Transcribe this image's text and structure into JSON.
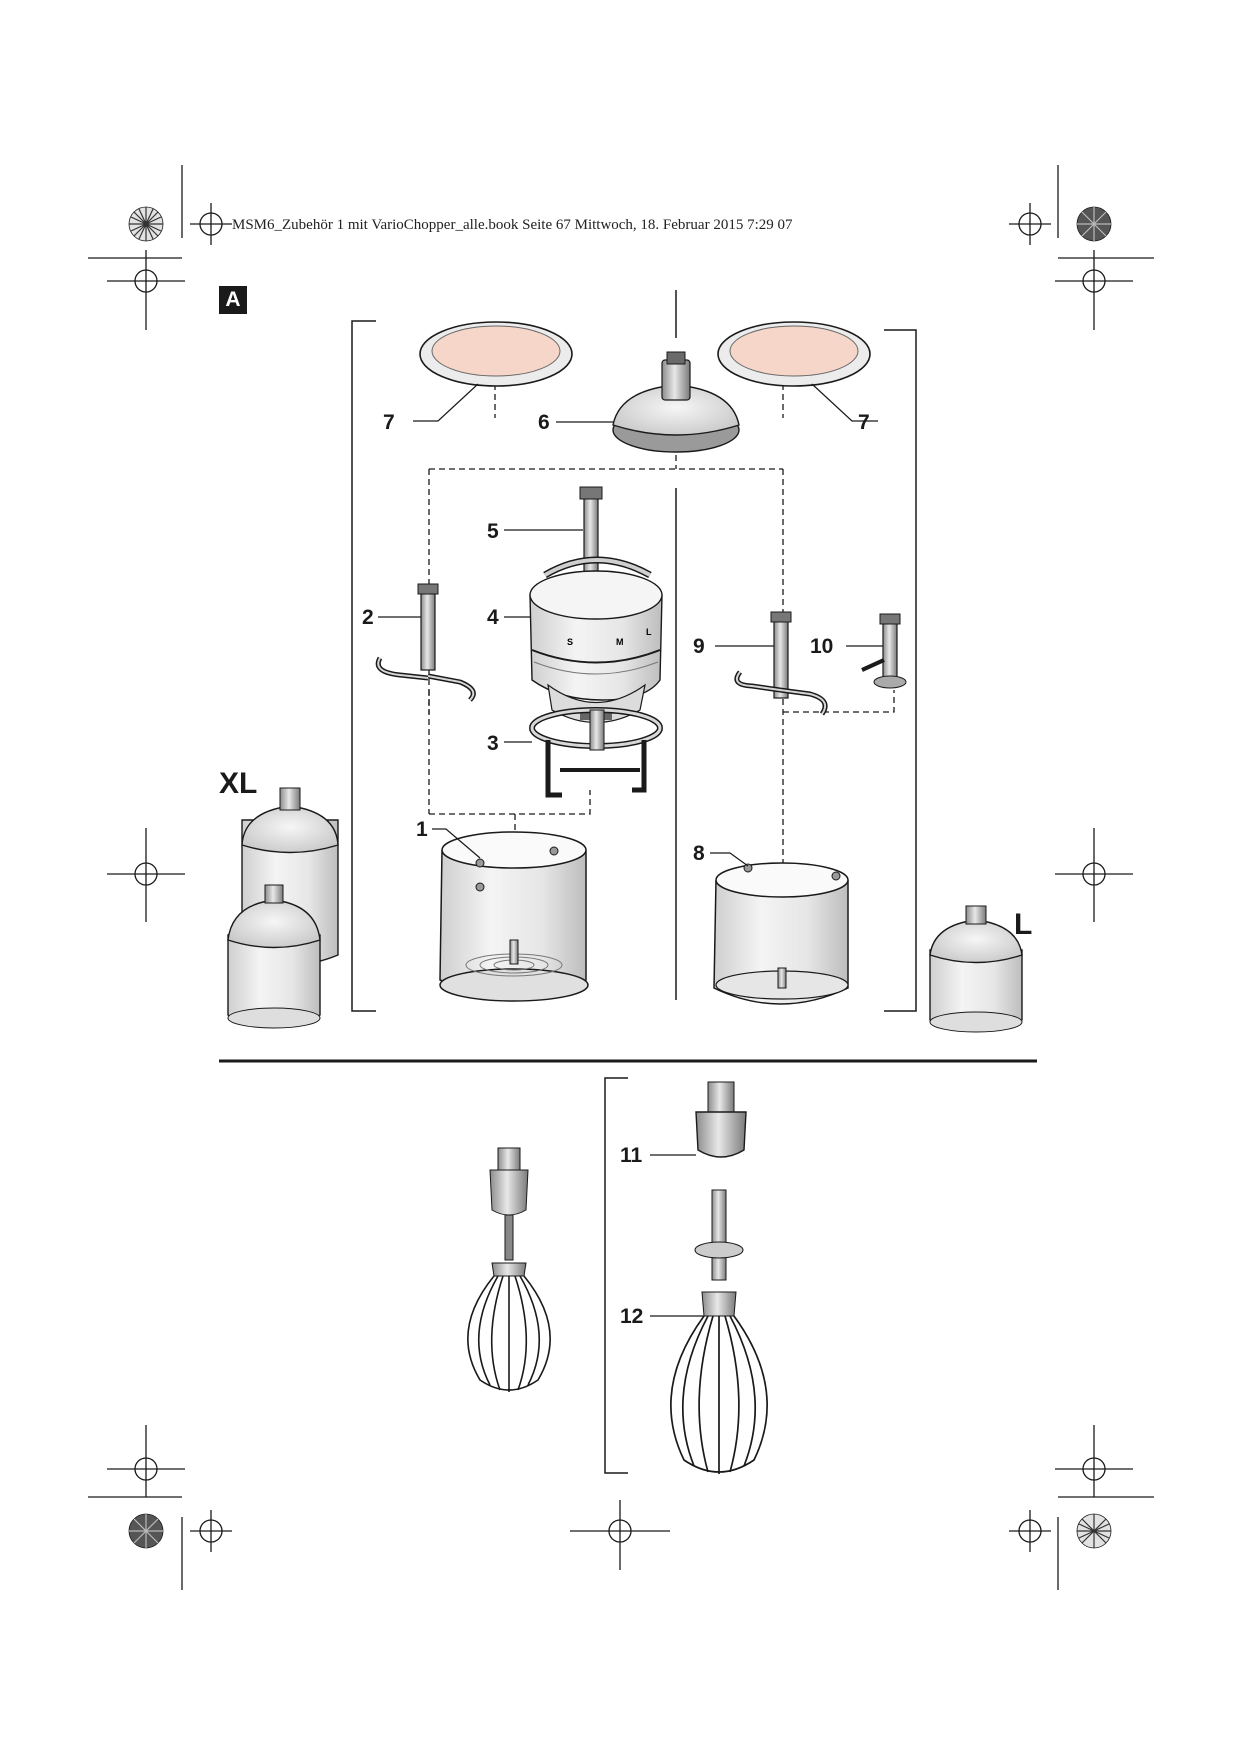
{
  "header": {
    "file_info": "MSM6_Zubehör 1 mit VarioChopper_alle.book  Seite 67  Mittwoch, 18. Februar 2015  7:29 07"
  },
  "figure": {
    "section_badge": "A",
    "size_labels": {
      "xl": "XL",
      "l": "L"
    },
    "callouts": {
      "c1": "1",
      "c2": "2",
      "c3": "3",
      "c4": "4",
      "c5": "5",
      "c6": "6",
      "c7_left": "7",
      "c7_right": "7",
      "c8": "8",
      "c9": "9",
      "c10": "10",
      "c11": "11",
      "c12": "12"
    }
  }
}
